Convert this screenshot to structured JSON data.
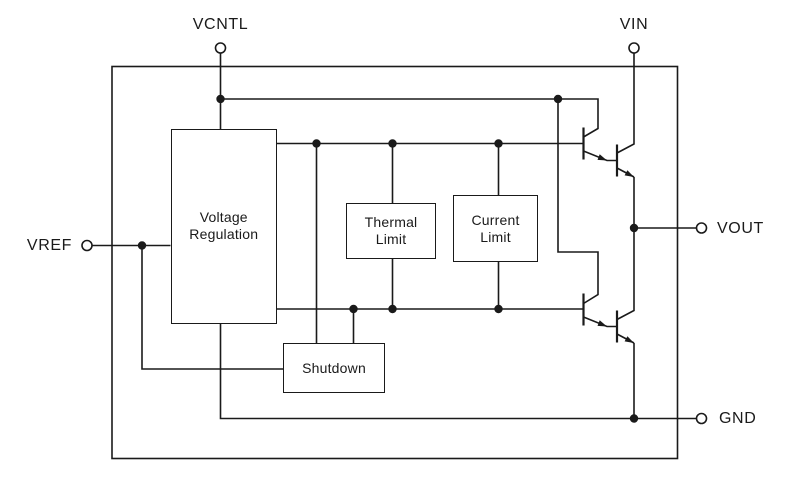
{
  "pins": {
    "vcntl": {
      "label": "VCNTL"
    },
    "vin": {
      "label": "VIN"
    },
    "vref": {
      "label": "VREF"
    },
    "vout": {
      "label": "VOUT"
    },
    "gnd": {
      "label": "GND"
    }
  },
  "blocks": {
    "voltage_regulation": {
      "line1": "Voltage",
      "line2": "Regulation"
    },
    "thermal_limit": {
      "line1": "Thermal",
      "line2": "Limit"
    },
    "current_limit": {
      "line1": "Current",
      "line2": "Limit"
    },
    "shutdown": {
      "label": "Shutdown"
    }
  },
  "colors": {
    "line": "#1a1a1a",
    "background": "#ffffff"
  }
}
